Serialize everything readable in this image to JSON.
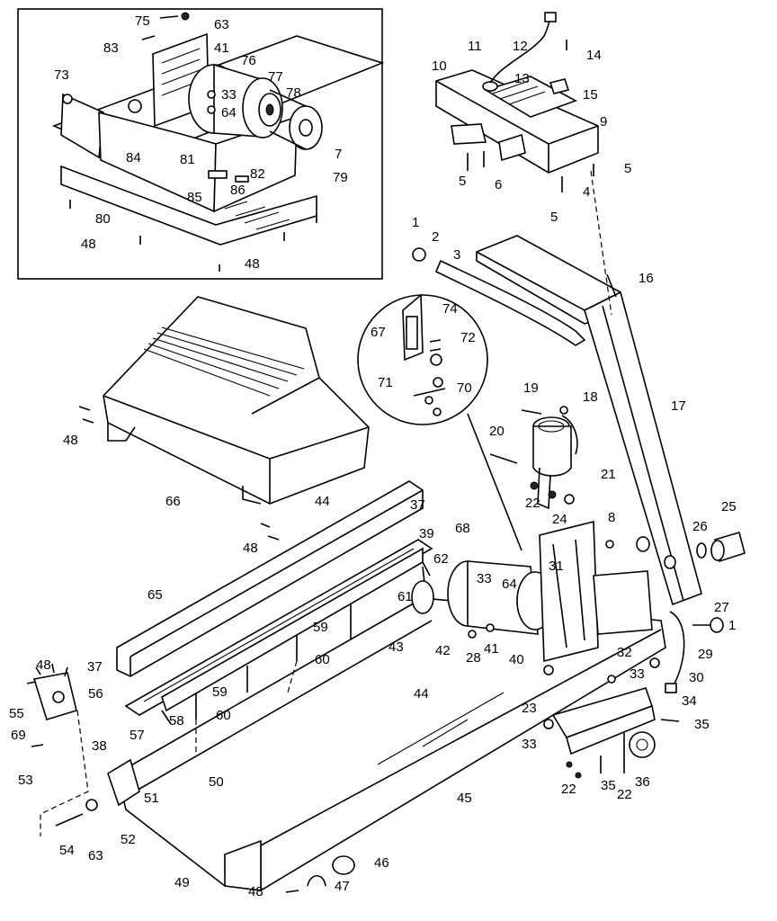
{
  "diagram": {
    "type": "exploded-parts-diagram",
    "callouts": {
      "c75": "75",
      "c63a": "63",
      "c83": "83",
      "c41a": "41",
      "c76": "76",
      "c77": "77",
      "c33a": "33",
      "c64a": "64",
      "c78": "78",
      "c73": "73",
      "c84": "84",
      "c81": "81",
      "c82": "82",
      "c7": "7",
      "c79": "79",
      "c85": "85",
      "c86": "86",
      "c80": "80",
      "c48a": "48",
      "c48b": "48",
      "c10": "10",
      "c11": "11",
      "c12": "12",
      "c14": "14",
      "c13": "13",
      "c15": "15",
      "c9": "9",
      "c5a": "5",
      "c6": "6",
      "c4": "4",
      "c5b": "5",
      "c5c": "5",
      "c1a": "1",
      "c2": "2",
      "c3": "3",
      "c16": "16",
      "c17": "17",
      "c67": "67",
      "c74": "74",
      "c72": "72",
      "c71": "71",
      "c70": "70",
      "c19": "19",
      "c18": "18",
      "c20": "20",
      "c21": "21",
      "c22a": "22",
      "c24": "24",
      "c8": "8",
      "c25": "25",
      "c26": "26",
      "c27": "27",
      "c1b": "1",
      "c29": "29",
      "c30": "30",
      "c48c": "48",
      "c66": "66",
      "c48d": "48",
      "c44a": "44",
      "c37a": "37",
      "c68": "68",
      "c39": "39",
      "c62": "62",
      "c33b": "33",
      "c64b": "64",
      "c31": "31",
      "c61": "61",
      "c65": "65",
      "c59a": "59",
      "c60a": "60",
      "c42": "42",
      "c28": "28",
      "c41b": "41",
      "c40": "40",
      "c32": "32",
      "c43": "43",
      "c37b": "37",
      "c56": "56",
      "c59b": "59",
      "c60b": "60",
      "c58": "58",
      "c57": "57",
      "c48e": "48",
      "c55": "55",
      "c69": "69",
      "c53": "53",
      "c38": "38",
      "c51": "51",
      "c50": "50",
      "c44b": "44",
      "c23": "23",
      "c33c": "33",
      "c34": "34",
      "c33d": "33",
      "c35a": "35",
      "c35b": "35",
      "c22b": "22",
      "c22c": "22",
      "c36": "36",
      "c45": "45",
      "c54": "54",
      "c63b": "63",
      "c52": "52",
      "c49": "49",
      "c46": "46",
      "c48f": "48",
      "c47": "47"
    }
  }
}
